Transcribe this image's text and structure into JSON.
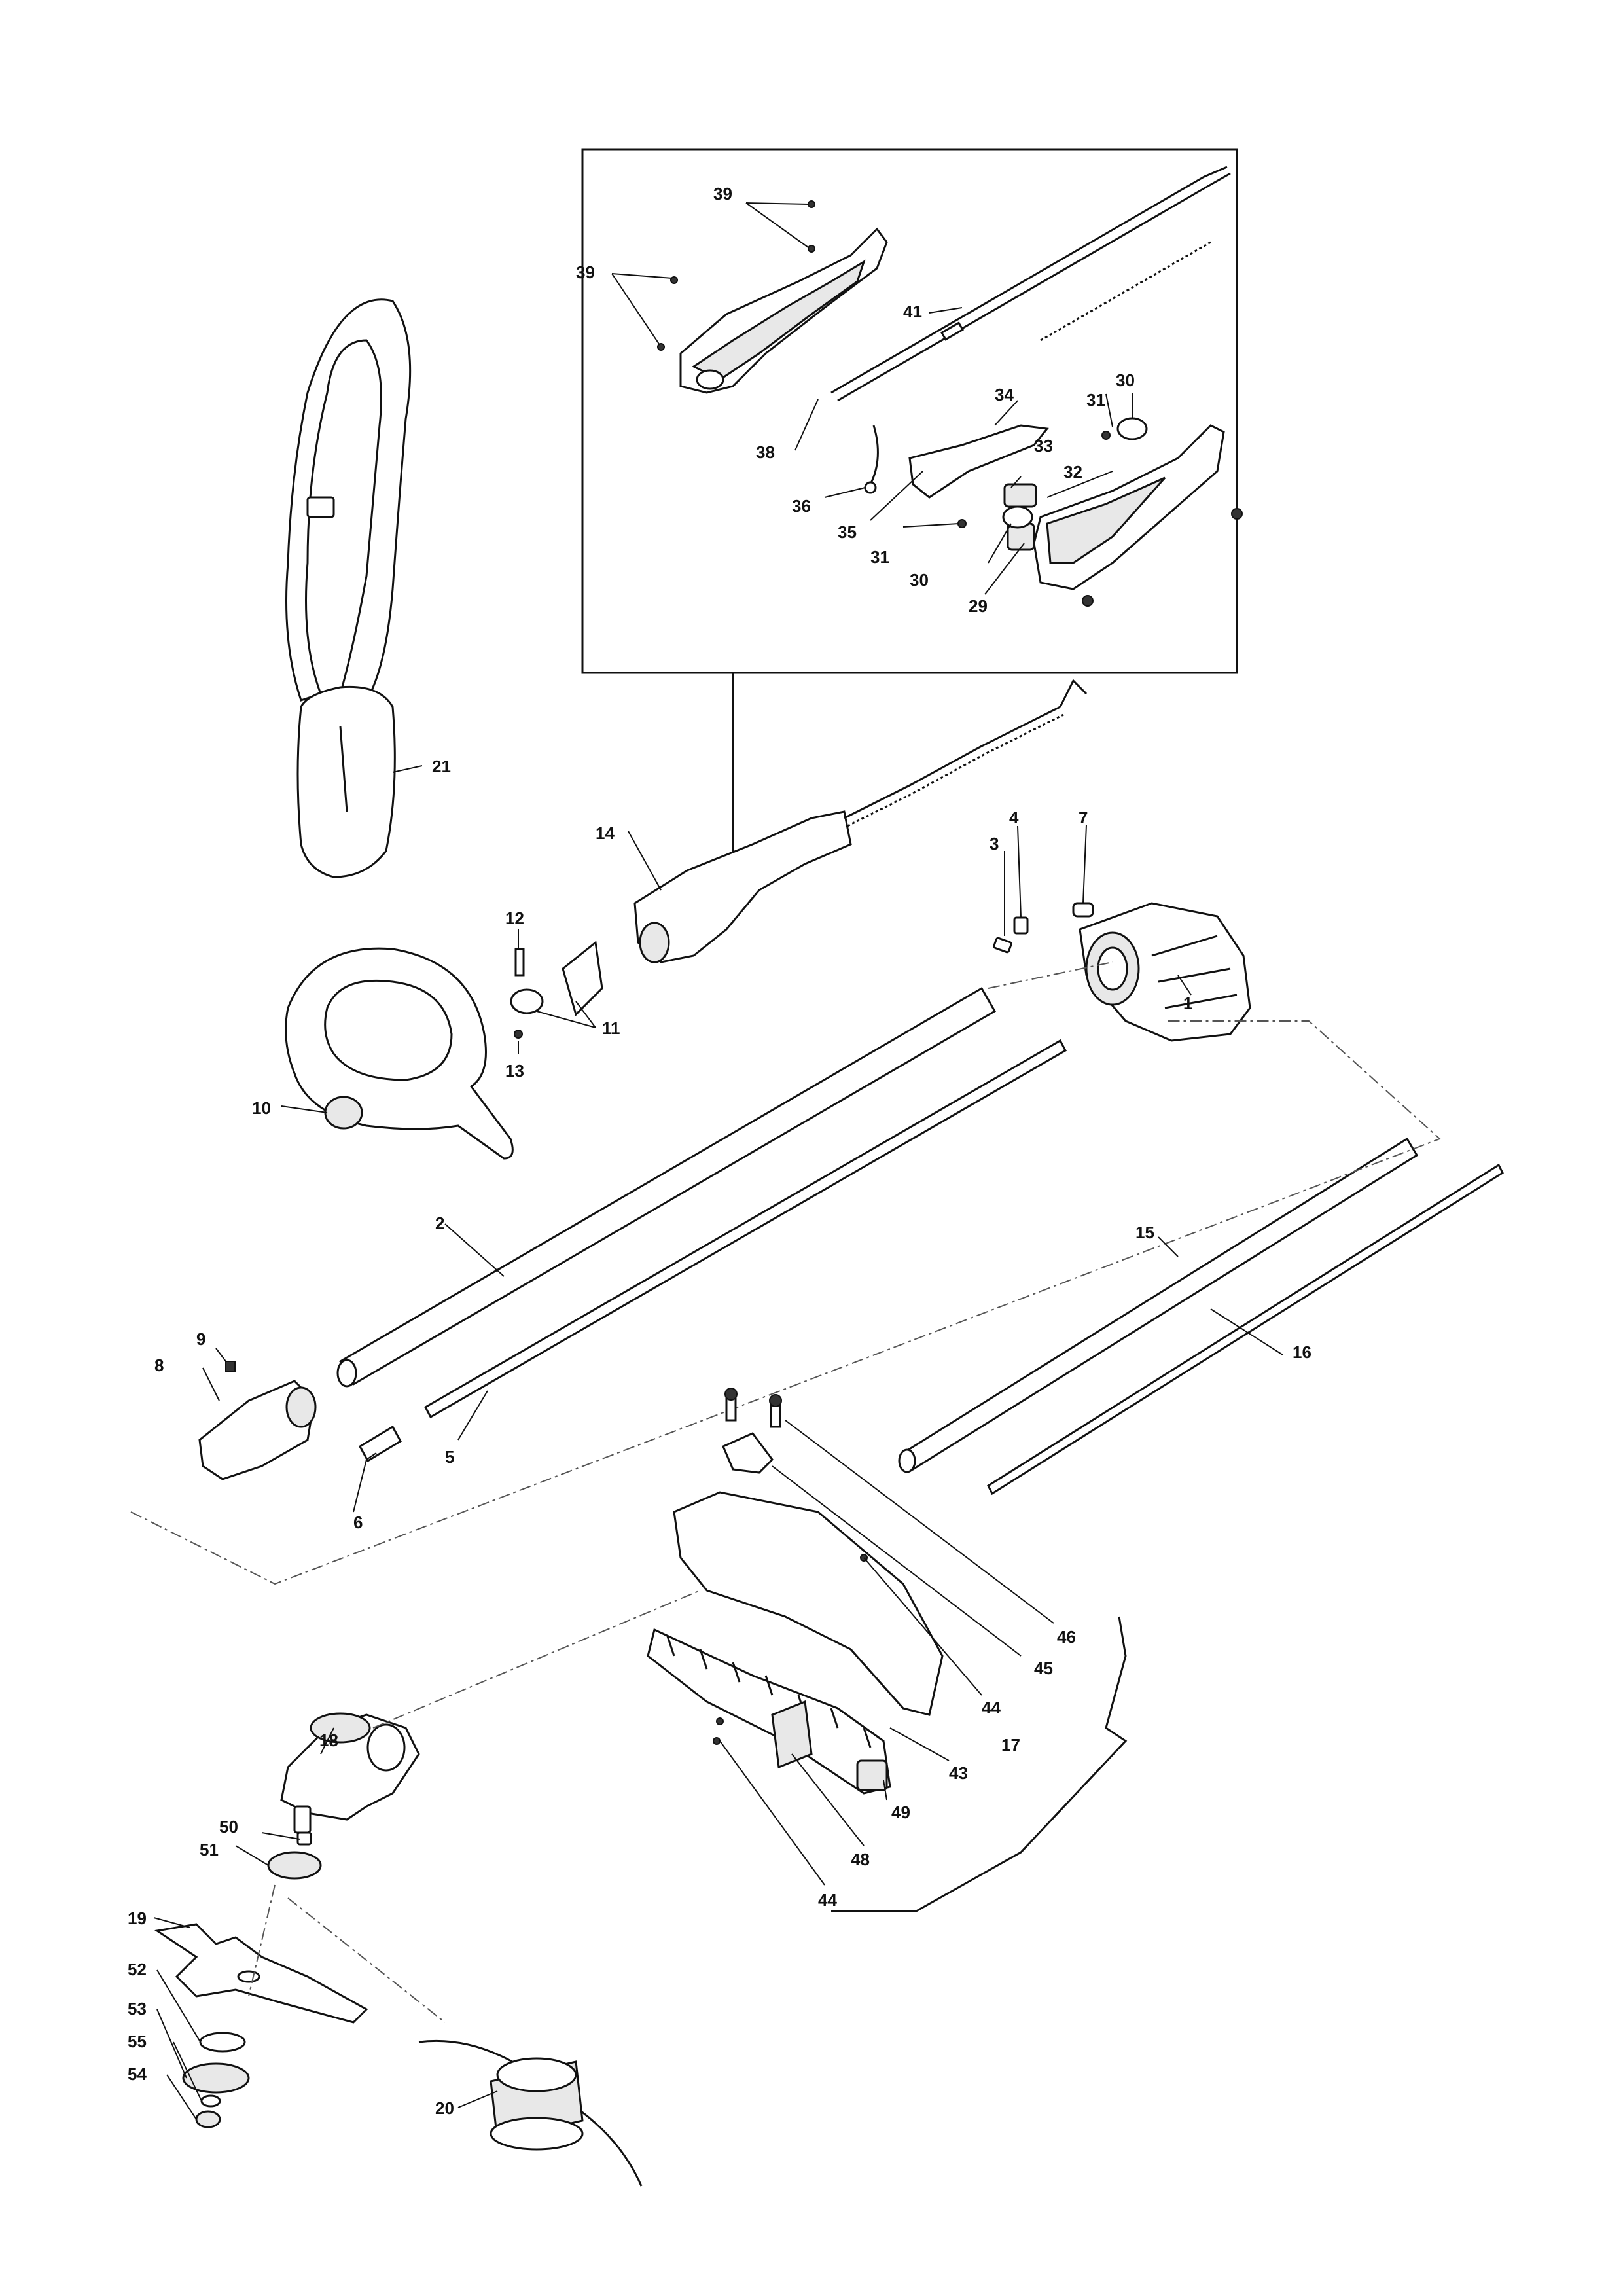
{
  "callouts": {
    "c1": "1",
    "c2": "2",
    "c3": "3",
    "c4": "4",
    "c5": "5",
    "c6": "6",
    "c7": "7",
    "c8": "8",
    "c9": "9",
    "c10": "10",
    "c11": "11",
    "c12": "12",
    "c13": "13",
    "c14": "14",
    "c15": "15",
    "c16": "16",
    "c17": "17",
    "c18": "18",
    "c19": "19",
    "c20": "20",
    "c21": "21",
    "c29": "29",
    "c30a": "30",
    "c30b": "30",
    "c31a": "31",
    "c31b": "31",
    "c32": "32",
    "c33": "33",
    "c34": "34",
    "c35": "35",
    "c36": "36",
    "c38": "38",
    "c39a": "39",
    "c39b": "39",
    "c41": "41",
    "c43": "43",
    "c44a": "44",
    "c44b": "44",
    "c45": "45",
    "c46": "46",
    "c48": "48",
    "c49": "49",
    "c50": "50",
    "c51": "51",
    "c52": "52",
    "c53": "53",
    "c54": "54",
    "c55": "55"
  },
  "colors": {
    "line": "#111111",
    "background": "#ffffff",
    "dash": "#555555"
  }
}
